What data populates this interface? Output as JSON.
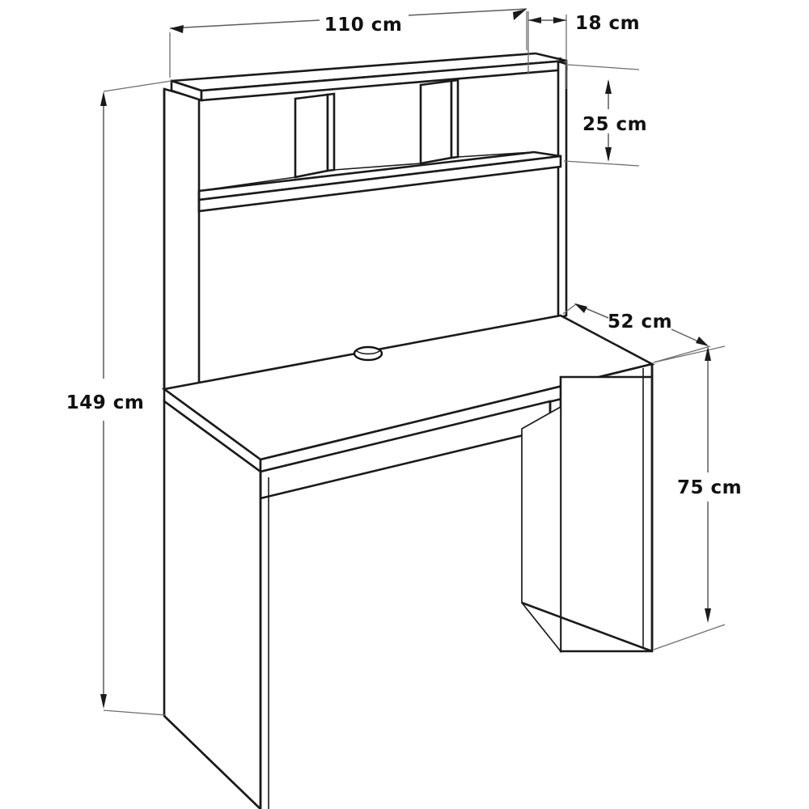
{
  "drawing": {
    "title": "Desk with Hutch Dimensioned Drawing",
    "subject": "computer desk with 3-compartment hutch",
    "unit": "cm",
    "line_color": "#1a1a1a",
    "dimension_color": "#5c5c5c",
    "background_color": "#ffffff"
  },
  "dimensions": {
    "overall_width": {
      "label": "110 cm",
      "value": 110,
      "unit": "cm",
      "describes": "hutch top panel width",
      "orientation": "horizontal-top"
    },
    "hutch_depth": {
      "label": "18 cm",
      "value": 18,
      "unit": "cm",
      "describes": "hutch depth",
      "orientation": "horizontal-top-right"
    },
    "shelf_height": {
      "label": "25 cm",
      "value": 25,
      "unit": "cm",
      "describes": "hutch compartment opening height",
      "orientation": "vertical-right"
    },
    "desk_depth": {
      "label": "52 cm",
      "value": 52,
      "unit": "cm",
      "describes": "desktop depth",
      "orientation": "diagonal-right"
    },
    "desk_height": {
      "label": "75 cm",
      "value": 75,
      "unit": "cm",
      "describes": "desktop work surface height",
      "orientation": "vertical-far-right"
    },
    "overall_height": {
      "label": "149 cm",
      "value": 149,
      "unit": "cm",
      "describes": "total height including hutch",
      "orientation": "vertical-left"
    }
  },
  "parts": {
    "hutch_top": "hutch-top-panel",
    "hutch_left_side": "hutch-left-side-panel",
    "hutch_right_side": "hutch-right-side-panel",
    "hutch_shelf": "hutch-shelf",
    "hutch_back": "hutch-back-panel",
    "divider_left": "hutch-divider-left",
    "divider_right": "hutch-divider-right",
    "desktop": "desk-top-surface",
    "apron": "desk-front-apron",
    "leg_left": "desk-left-leg-panel",
    "leg_right": "desk-right-leg-panel",
    "grommet": "cable-grommet-hole"
  },
  "compartments": {
    "count": 3,
    "names": [
      "hutch-compartment-1",
      "hutch-compartment-2",
      "hutch-compartment-3"
    ]
  }
}
